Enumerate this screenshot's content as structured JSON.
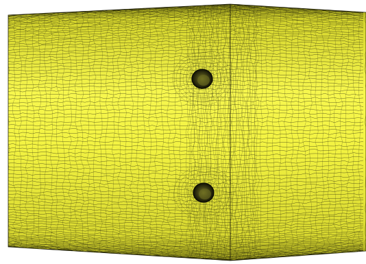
{
  "colors": {
    "background": "#ffffff",
    "surface": "#f2f23a",
    "surface_highlight": "#fbfb6a",
    "surface_shadow": "#b8b820",
    "mesh_lines": "#1a1a0a",
    "hole_fill": "#2a2a10",
    "hole_inner": "#6b6b22"
  },
  "scene": {
    "object": "cylindrical-tube-mesh",
    "holes": 2,
    "view": "wireframe-over-shaded"
  }
}
